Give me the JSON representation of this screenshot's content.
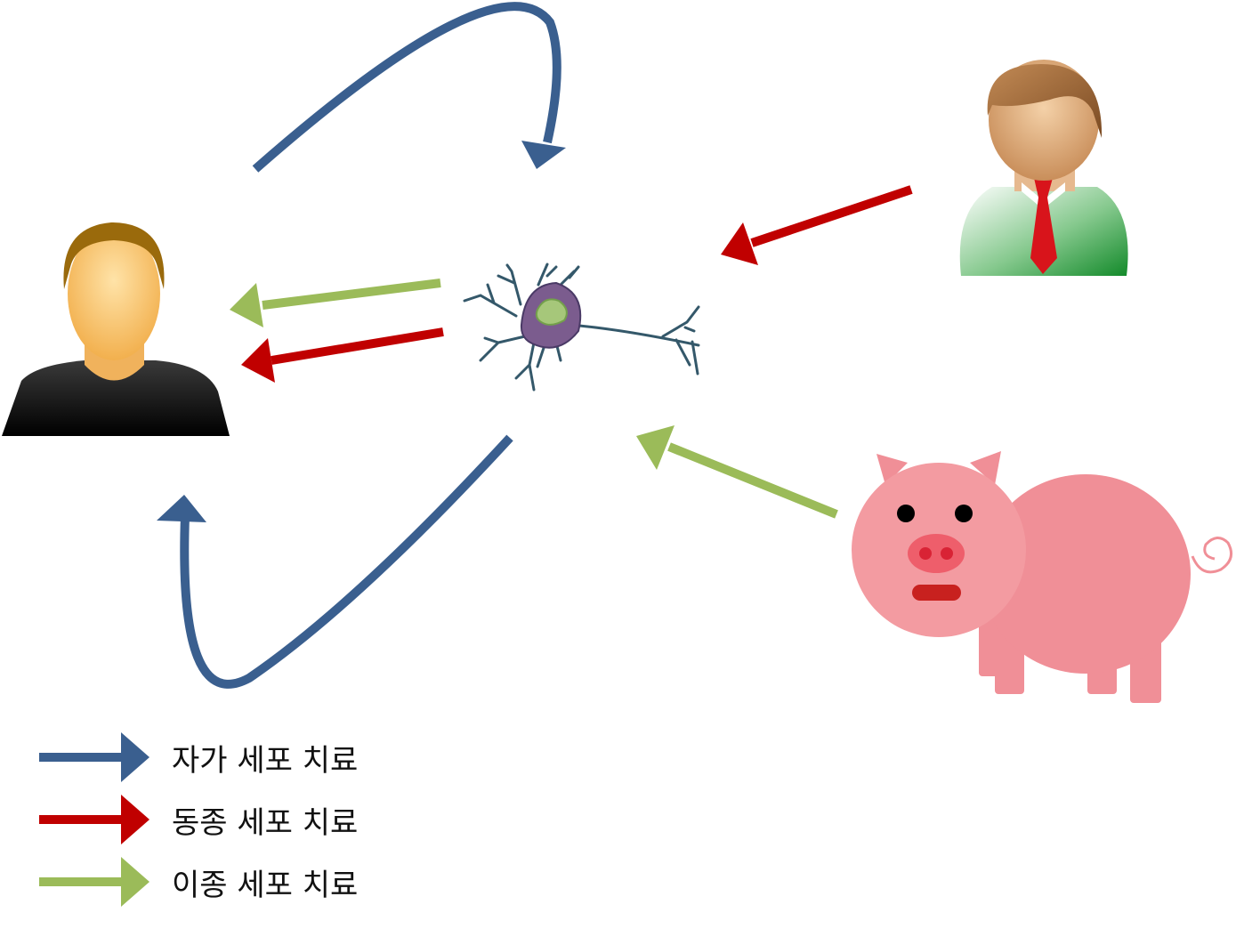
{
  "colors": {
    "autologous": "#3A5F8F",
    "allogeneic": "#C00000",
    "xenogeneic": "#9BBB59"
  },
  "nodes": {
    "patient": {
      "icon": "patient-person-icon"
    },
    "cell": {
      "icon": "neuron-cell-icon"
    },
    "donor": {
      "icon": "donor-person-icon"
    },
    "animal": {
      "icon": "pig-icon"
    }
  },
  "legend": [
    {
      "key": "autologous",
      "label": "자가 세포 치료",
      "color": "#3A5F8F"
    },
    {
      "key": "allogeneic",
      "label": "동종 세포 치료",
      "color": "#C00000"
    },
    {
      "key": "xenogeneic",
      "label": "이종 세포 치료",
      "color": "#9BBB59"
    }
  ]
}
